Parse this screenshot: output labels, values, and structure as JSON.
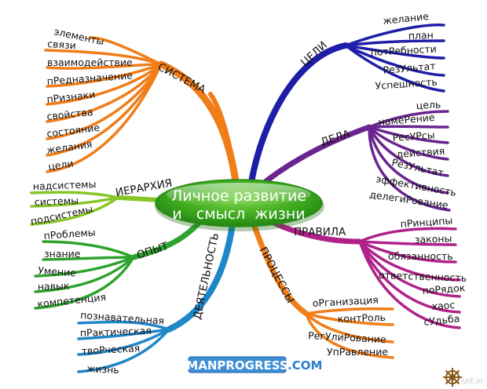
{
  "center": {
    "line1": "Личное развитие",
    "line2": "и   смысл  жизни"
  },
  "colors": {
    "sistema": "#f07d18",
    "celi": "#1e1ea8",
    "dela": "#6a2590",
    "pravila": "#b0228a",
    "processy": "#f07d18",
    "deyatelnost": "#1f86c8",
    "opyt": "#2da32d",
    "ierarhiya": "#86c626",
    "center": "#3aa81c"
  },
  "branches": {
    "sistema": {
      "label": "СИСТЕМА",
      "items": [
        "элементы",
        "связи",
        "взаимодействие",
        "пРедназначение",
        "пРизнаки",
        "свойства",
        "состояние",
        "желания",
        "цели"
      ]
    },
    "celi": {
      "label": "ЦЕЛИ",
      "items": [
        "желание",
        "план",
        "потРебности",
        "РезУльтат",
        "Успешность"
      ]
    },
    "dela": {
      "label": "ДЕЛА",
      "items": [
        "цель",
        "намеРение",
        "РесУРсы",
        "действия",
        "РезУльтат",
        "эффективность",
        "делегиРование"
      ]
    },
    "pravila": {
      "label": "ПРАВИЛА",
      "items": [
        "пРинципы",
        "законы",
        "обязанность",
        "ответственность",
        "поРядок",
        "хаос",
        "сУдьба"
      ]
    },
    "processy": {
      "label": "ПРОЦЕССЫ",
      "items": [
        "оРганизация",
        "контРоль",
        "РегУлиРование",
        "УпРавление"
      ]
    },
    "deyatelnost": {
      "label": "ДЕЯТЕЛЬНОСТЬ",
      "items": [
        "познавательная",
        "пРактическая",
        "твоРческая",
        "жизнь"
      ]
    },
    "opyt": {
      "label": "ОПЫТ",
      "items": [
        "пРоблемы",
        "знание",
        "Умение",
        "навык",
        "компетенция"
      ]
    },
    "ierarhiya": {
      "label": "ИЕРАРХИЯ",
      "items": [
        "надсистемы",
        "системы",
        "подсистемы"
      ]
    }
  },
  "watermark": {
    "main": "MANPROGRESS",
    "suffix": ".COM"
  },
  "corner_logo": {
    "text": "izit.in"
  }
}
